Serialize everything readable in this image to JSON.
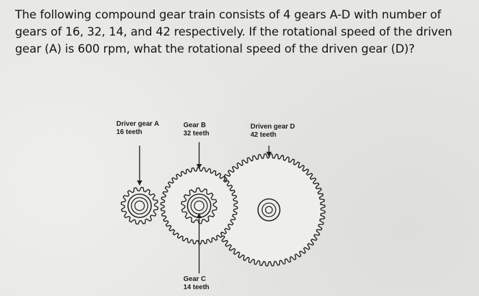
{
  "question": {
    "text": "The following compound gear train consists of 4 gears A-D with number of gears of 16, 32, 14, and 42 respectively. If the rotational speed of the driven gear (A) is 600 rpm, what the rotational speed of the driven gear (D)?"
  },
  "figure": {
    "gear_a": {
      "name": "Driver gear A",
      "teeth": "16 teeth"
    },
    "gear_b": {
      "name": "Gear B",
      "teeth": "32 teeth"
    },
    "gear_c": {
      "name": "Gear C",
      "teeth": "14 teeth"
    },
    "gear_d": {
      "name": "Driven gear D",
      "teeth": "42 teeth"
    }
  }
}
